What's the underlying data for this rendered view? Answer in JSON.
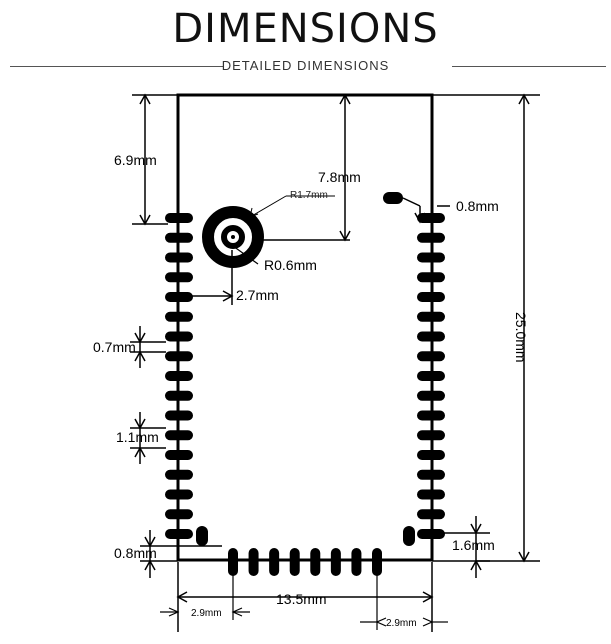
{
  "header": {
    "title": "DIMENSIONS",
    "subtitle": "DETAILED DIMENSIONS"
  },
  "dimensions": {
    "top_pin_offset": "6.9mm",
    "antenna_offset": "7.8mm",
    "outer_radius": "R1.7mm",
    "inner_radius": "R0.6mm",
    "side_offset": "2.7mm",
    "pad_width": "0.8mm",
    "pad_height": "0.7mm",
    "pin_pitch": "1.1mm",
    "bottom_offset_left": "0.8mm",
    "bottom_offset_right": "1.6mm",
    "bottom_span": "13.5mm",
    "bottom_left_margin": "2.9mm",
    "bottom_right_margin": "2.9mm",
    "height": "25.0mm"
  },
  "pins": {
    "left_count": 17,
    "right_count": 17,
    "bottom_count": 8
  }
}
